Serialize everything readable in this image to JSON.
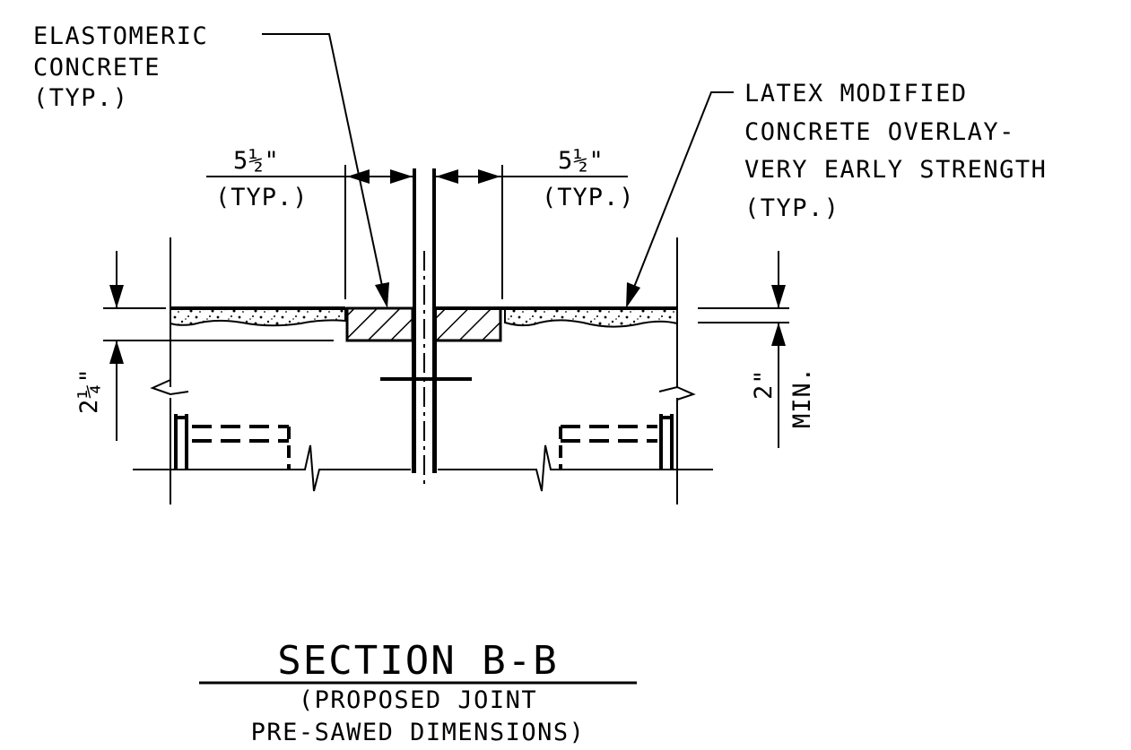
{
  "drawing": {
    "labels": {
      "elastomeric": [
        "ELASTOMERIC",
        "CONCRETE",
        "(TYP.)"
      ],
      "latex": [
        "LATEX MODIFIED",
        "CONCRETE OVERLAY-",
        "VERY EARLY STRENGTH",
        "(TYP.)"
      ]
    },
    "dimensions": {
      "left_width": "5½\"",
      "left_typ": "(TYP.)",
      "right_width": "5½\"",
      "right_typ": "(TYP.)",
      "depth": "2¼\"",
      "overlay_min": "2\"",
      "overlay_min_note": "MIN."
    },
    "title": {
      "main": "SECTION B-B",
      "sub_line1": "(PROPOSED JOINT",
      "sub_line2": "PRE-SAWED DIMENSIONS)"
    }
  }
}
